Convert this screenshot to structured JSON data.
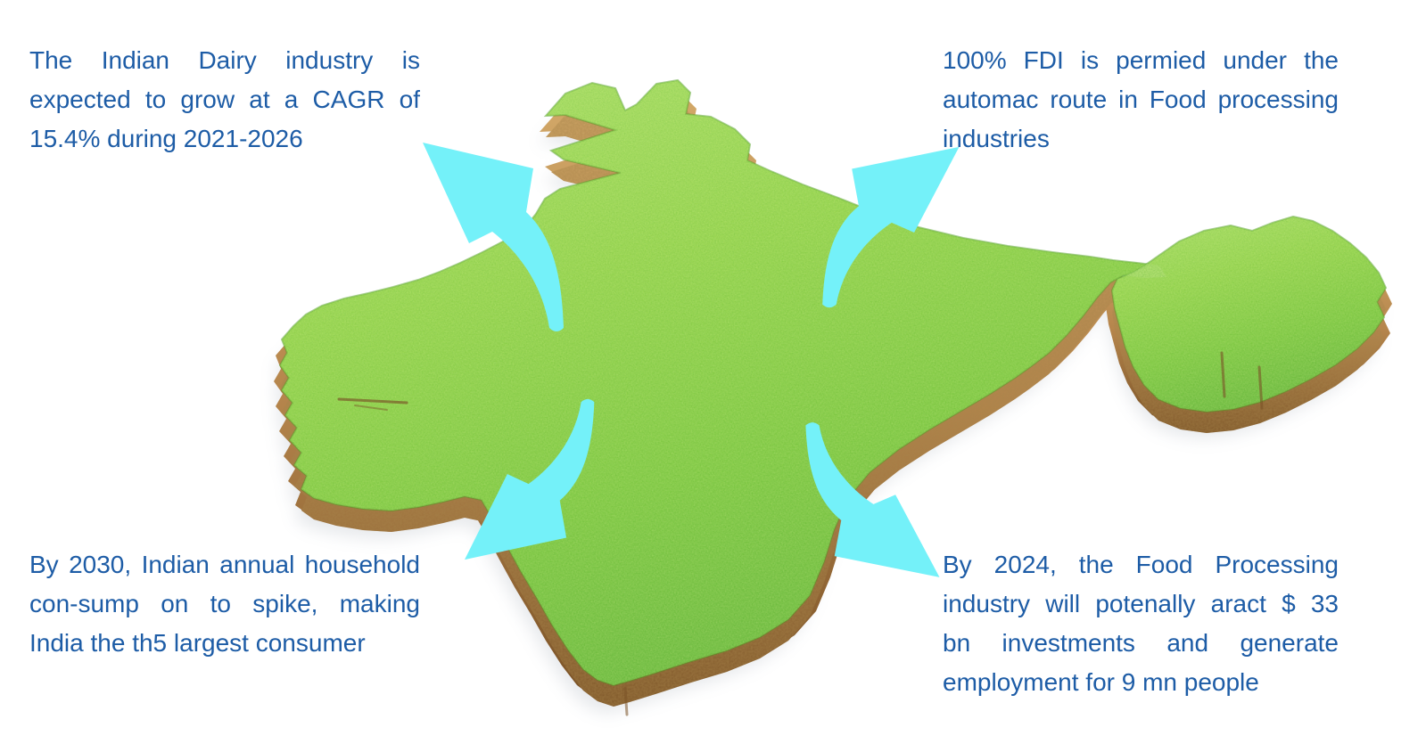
{
  "colors": {
    "background": "#ffffff",
    "text_blue": "#1d5ca6",
    "arrow_cyan": "#74f1f9",
    "grass_light": "#b9e86a",
    "grass_mid": "#8ad53c",
    "grass_dark": "#55ae2a",
    "soil_light": "#d2a868",
    "soil_mid": "#b5854c",
    "soil_dark": "#7a5226",
    "shadow_gray": "#c9ced4"
  },
  "map": {
    "label": "3D grass-covered map of India"
  },
  "callouts": {
    "top_left": {
      "lines": [
        "The Indian Dairy industry is",
        "expected to grow at a CAGR of",
        "15.4% during 2021-2026"
      ]
    },
    "top_right": {
      "lines": [
        "100% FDI is permied under the",
        "automac route in Food processing",
        "industries"
      ]
    },
    "bottom_left": {
      "lines": [
        "By 2030, Indian annual household",
        "con-sump on to spike, making",
        "India the th5 largest consumer"
      ]
    },
    "bottom_right": {
      "lines": [
        "By 2024, the Food Processing",
        "industry will potenally aract $ 33",
        "bn investments and generate",
        "employment for 9 mn people"
      ]
    }
  }
}
